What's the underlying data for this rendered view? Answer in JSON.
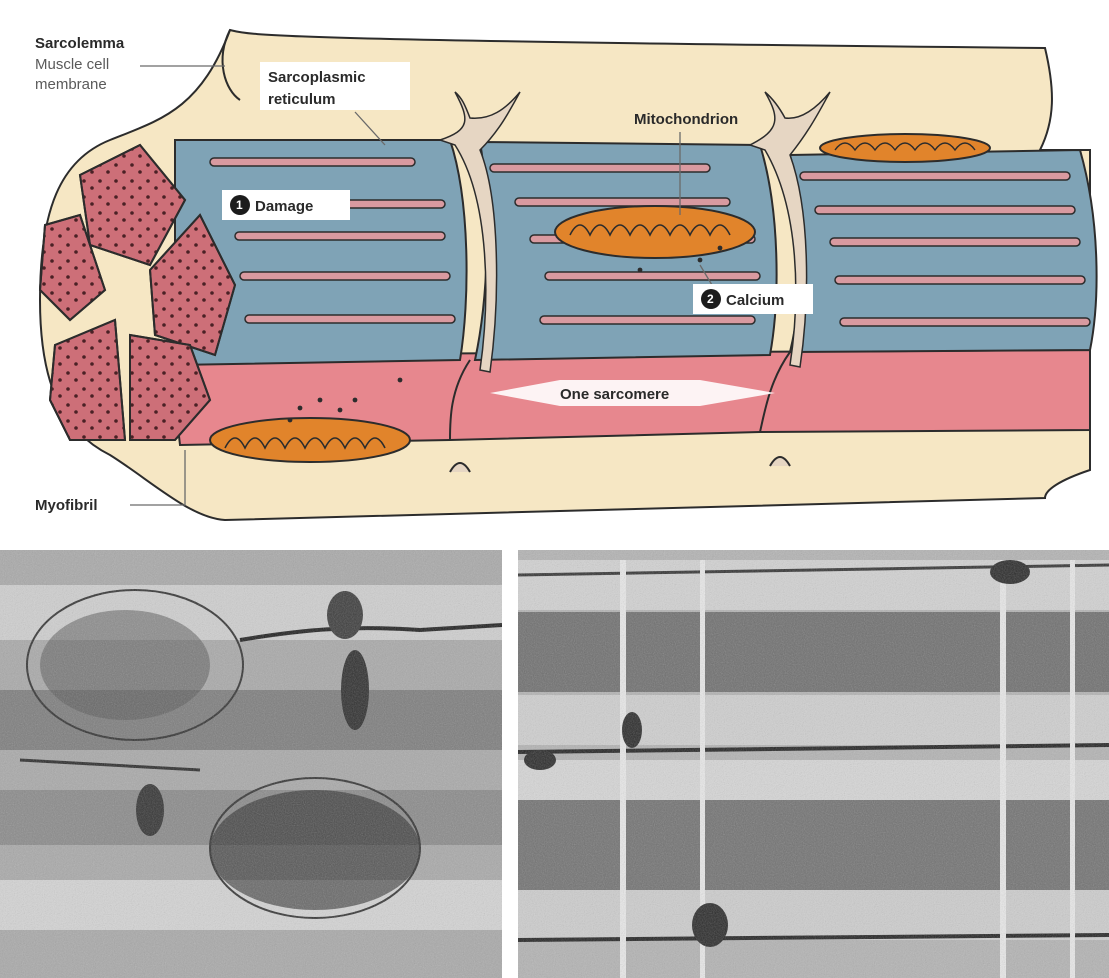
{
  "diagram": {
    "labels": {
      "sarcolemma": "Sarcolemma",
      "membrane_line1": "Muscle cell",
      "membrane_line2": "membrane",
      "sr_line1": "Sarcoplasmic",
      "sr_line2": "reticulum",
      "mitochondrion": "Mitochondrion",
      "damage_num": "1",
      "damage": "Damage",
      "calcium_num": "2",
      "calcium": "Calcium",
      "sarcomere": "One sarcomere",
      "myofibril": "Myofibril"
    },
    "colors": {
      "membrane": "#f6e7c4",
      "myofibril_blue": "#7fa3b6",
      "myofibril_pink": "#e7878e",
      "cross_section": "#cd6f78",
      "mitochondrion": "#e1842b",
      "sr_tubule": "#e6d6c3",
      "outline": "#2c2c2c"
    }
  },
  "micrographs": {
    "left_panel": "electron-micrograph-damaged",
    "right_panel": "electron-micrograph-normal"
  }
}
